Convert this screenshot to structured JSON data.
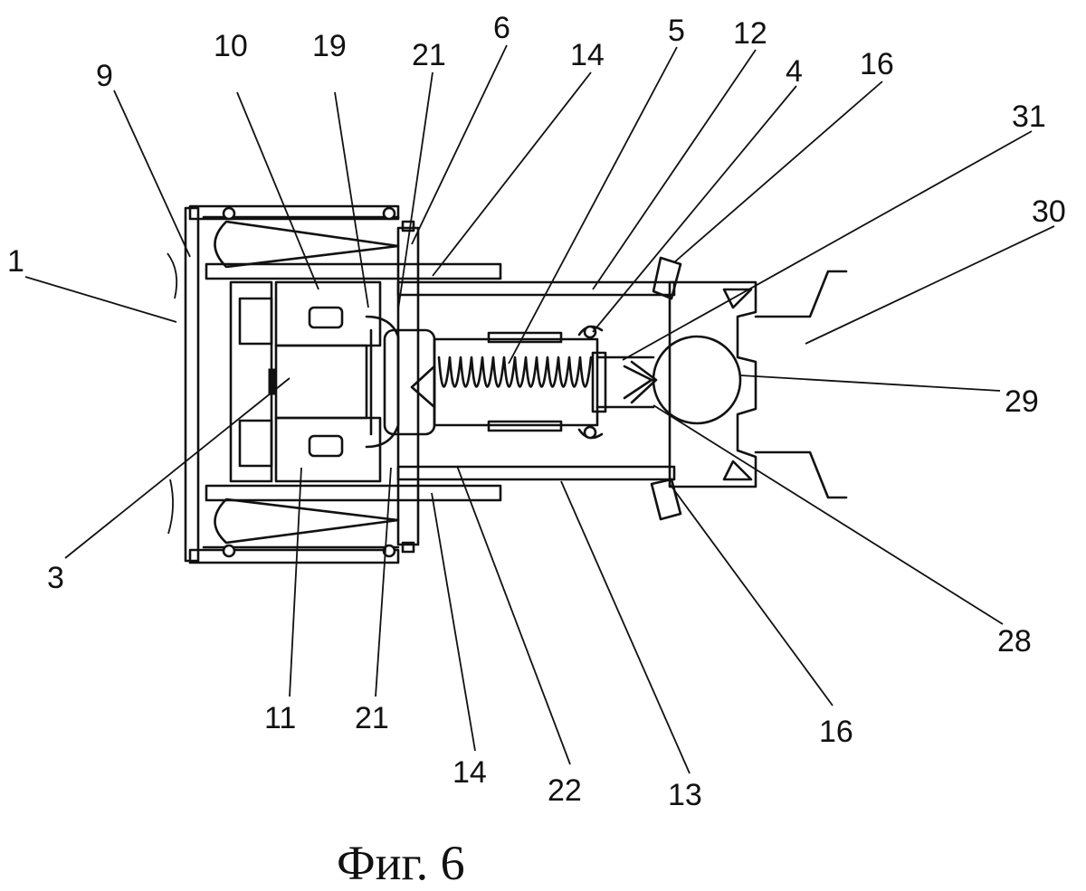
{
  "figure": {
    "caption": "Фиг. 6",
    "reference_labels": [
      "1",
      "3",
      "4",
      "5",
      "6",
      "9",
      "10",
      "11",
      "12",
      "13",
      "14",
      "14",
      "16",
      "16",
      "19",
      "21",
      "21",
      "22",
      "28",
      "29",
      "30",
      "31"
    ]
  },
  "labels": {
    "l1": "1",
    "l9": "9",
    "l10": "10",
    "l19": "19",
    "l21_top": "21",
    "l6": "6",
    "l14_top": "14",
    "l5": "5",
    "l12": "12",
    "l4": "4",
    "l16_top": "16",
    "l31": "31",
    "l30": "30",
    "l29": "29",
    "l3": "3",
    "l11": "11",
    "l21_bottom": "21",
    "l14_bottom": "14",
    "l22": "22",
    "l13": "13",
    "l16_bottom": "16",
    "l28": "28"
  },
  "colors": {
    "ink": "#111111",
    "paper": "#ffffff"
  }
}
